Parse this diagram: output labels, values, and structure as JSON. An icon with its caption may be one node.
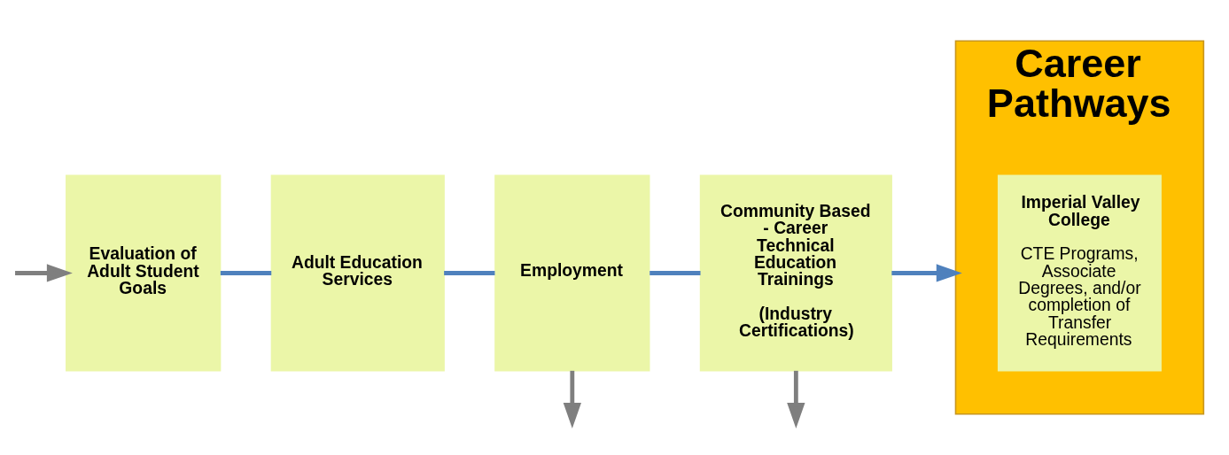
{
  "diagram": {
    "nodes": [
      {
        "text": [
          "Evaluation of Adult Student Goals"
        ]
      },
      {
        "text": [
          "Adult Education Services"
        ]
      },
      {
        "text": [
          "Employment"
        ]
      },
      {
        "text": [
          "Community Based - Career Technical Education Trainings",
          "(Industry Certifications)"
        ]
      },
      {
        "text": [
          "Career",
          "Pathways"
        ]
      },
      {
        "text": [
          "Imperial Valley College",
          "CTE Programs, Associate Degrees, and/or completion of Transfer Requirements"
        ],
        "in": 4
      }
    ],
    "edges": [
      {
        "from": null,
        "to": 0,
        "arrow": "to"
      },
      {
        "from": 0,
        "to": 1,
        "arrow": "none",
        "color": "#4f81bd"
      },
      {
        "from": 1,
        "to": 2,
        "arrow": "none",
        "color": "#4f81bd"
      },
      {
        "from": 2,
        "to": 3,
        "arrow": "none",
        "color": "#4f81bd"
      },
      {
        "from": 3,
        "to": 4,
        "arrow": "to",
        "color": "#4f81bd"
      },
      {
        "from": 2,
        "to": null,
        "arrow": "to"
      },
      {
        "from": 3,
        "to": null,
        "arrow": "to"
      }
    ]
  }
}
